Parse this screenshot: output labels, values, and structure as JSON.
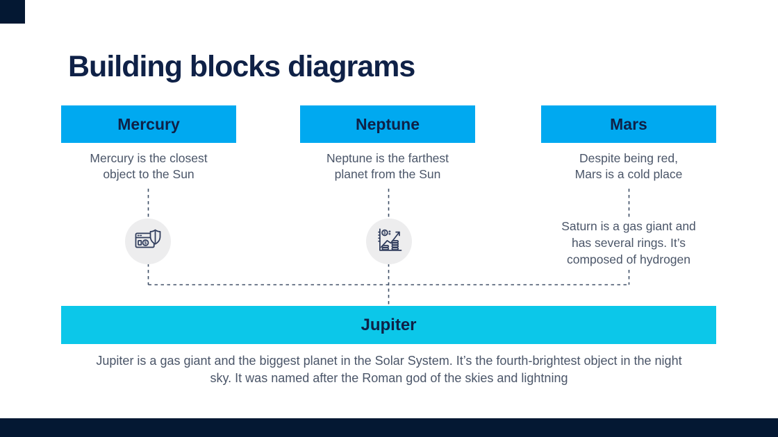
{
  "slide_title": "Building blocks diagrams",
  "colors": {
    "navy_accent": "#041833",
    "header_blue": "#00a9f0",
    "footer_cyan": "#0cc7e9",
    "heading_text": "#0f2147",
    "body_text": "#4a5568",
    "connector_dash": "#3e4e66",
    "icon_circle_bg": "#ededee"
  },
  "columns": [
    {
      "header": "Mercury",
      "description": "Mercury is the closest\nobject to the Sun",
      "icon": "money-shield-icon"
    },
    {
      "header": "Neptune",
      "description": "Neptune is the farthest\nplanet from the Sun",
      "icon": "growth-chart-icon"
    },
    {
      "header": "Mars",
      "description": "Despite being red,\nMars is a cold place",
      "note": "Saturn is a gas giant and\nhas several rings. It’s\ncomposed of hydrogen"
    }
  ],
  "footer": {
    "header": "Jupiter",
    "description": "Jupiter is a gas giant and the biggest planet in the Solar System. It’s the fourth-brightest object in the night\nsky. It was named after the Roman god of the skies and lightning"
  }
}
